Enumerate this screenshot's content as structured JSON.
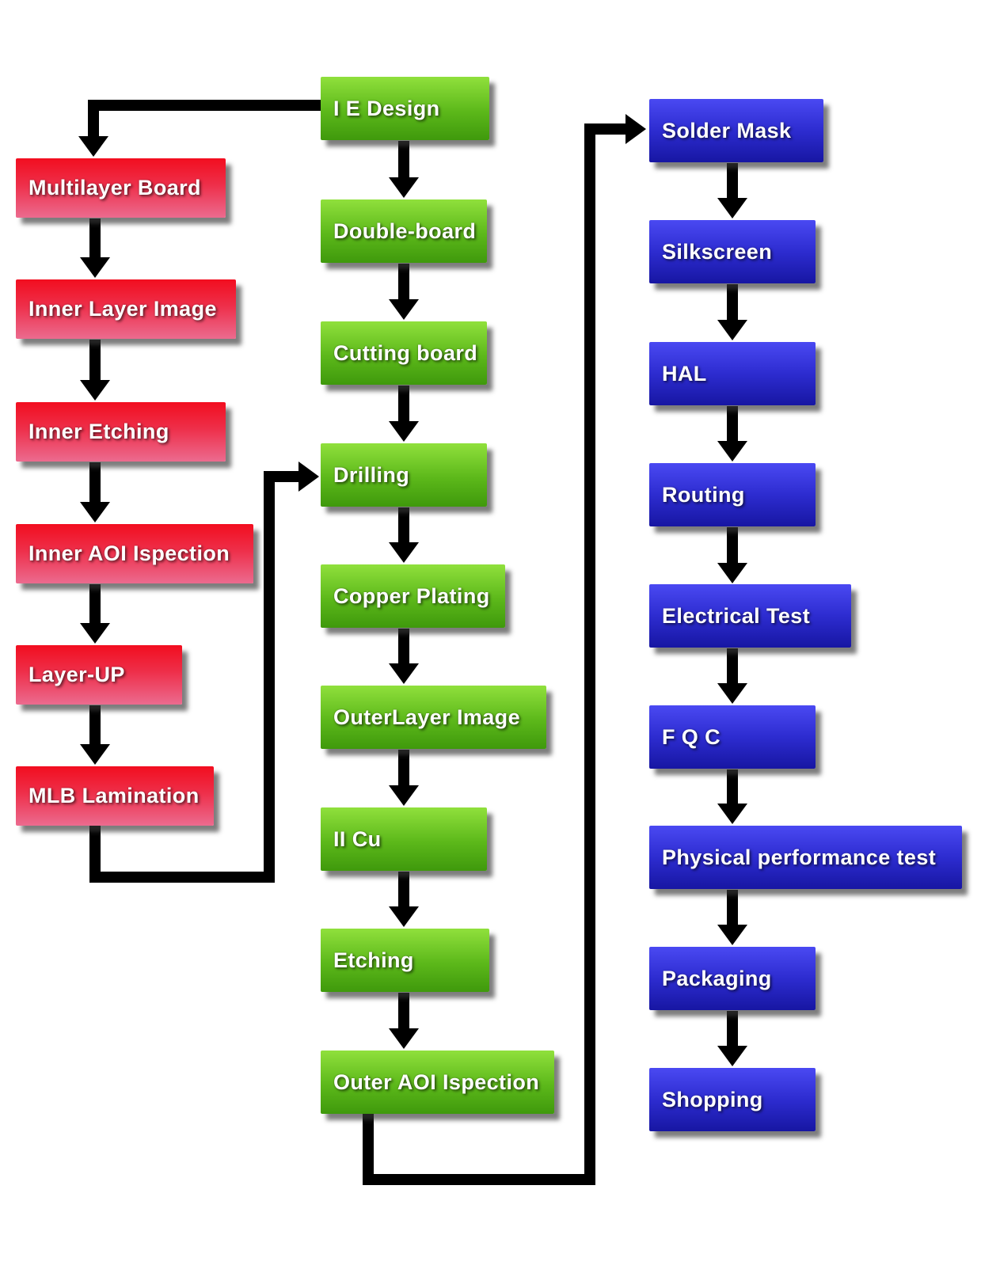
{
  "nodes": {
    "left": [
      "Multilayer Board",
      "Inner Layer Image",
      "Inner Etching",
      "Inner AOI Ispection",
      "Layer-UP",
      "MLB Lamination"
    ],
    "middle": [
      "I E Design",
      "Double-board",
      "Cutting board",
      "Drilling",
      "Copper Plating",
      "OuterLayer Image",
      "II Cu",
      "Etching",
      "Outer AOI Ispection"
    ],
    "right": [
      "Solder Mask",
      "Silkscreen",
      "HAL",
      "Routing",
      "Electrical Test",
      "F Q C",
      "Physical performance test",
      "Packaging",
      "Shopping"
    ]
  },
  "colors": {
    "left_box_top": "#f20d1f",
    "left_box_bottom": "#ec6b8f",
    "middle_box_top": "#90e03c",
    "middle_box_bottom": "#3f990c",
    "right_box_top": "#4a49f2",
    "right_box_bottom": "#1716a2",
    "arrow": "#000000",
    "text": "#ffffff",
    "background": "#ffffff"
  },
  "edges": [
    {
      "from": "I E Design",
      "to": "Multilayer Board"
    },
    {
      "from": "I E Design",
      "to": "Double-board"
    },
    {
      "from": "Multilayer Board",
      "to": "Inner Layer Image"
    },
    {
      "from": "Inner Layer Image",
      "to": "Inner Etching"
    },
    {
      "from": "Inner Etching",
      "to": "Inner AOI Ispection"
    },
    {
      "from": "Inner AOI Ispection",
      "to": "Layer-UP"
    },
    {
      "from": "Layer-UP",
      "to": "MLB Lamination"
    },
    {
      "from": "MLB Lamination",
      "to": "Drilling"
    },
    {
      "from": "Double-board",
      "to": "Cutting board"
    },
    {
      "from": "Cutting board",
      "to": "Drilling"
    },
    {
      "from": "Drilling",
      "to": "Copper Plating"
    },
    {
      "from": "Copper Plating",
      "to": "OuterLayer Image"
    },
    {
      "from": "OuterLayer Image",
      "to": "II Cu"
    },
    {
      "from": "II Cu",
      "to": "Etching"
    },
    {
      "from": "Etching",
      "to": "Outer AOI Ispection"
    },
    {
      "from": "Outer AOI Ispection",
      "to": "Solder Mask"
    },
    {
      "from": "Solder Mask",
      "to": "Silkscreen"
    },
    {
      "from": "Silkscreen",
      "to": "HAL"
    },
    {
      "from": "HAL",
      "to": "Routing"
    },
    {
      "from": "Routing",
      "to": "Electrical Test"
    },
    {
      "from": "Electrical Test",
      "to": "F Q C"
    },
    {
      "from": "F Q C",
      "to": "Physical performance test"
    },
    {
      "from": "Physical performance test",
      "to": "Packaging"
    },
    {
      "from": "Packaging",
      "to": "Shopping"
    }
  ]
}
